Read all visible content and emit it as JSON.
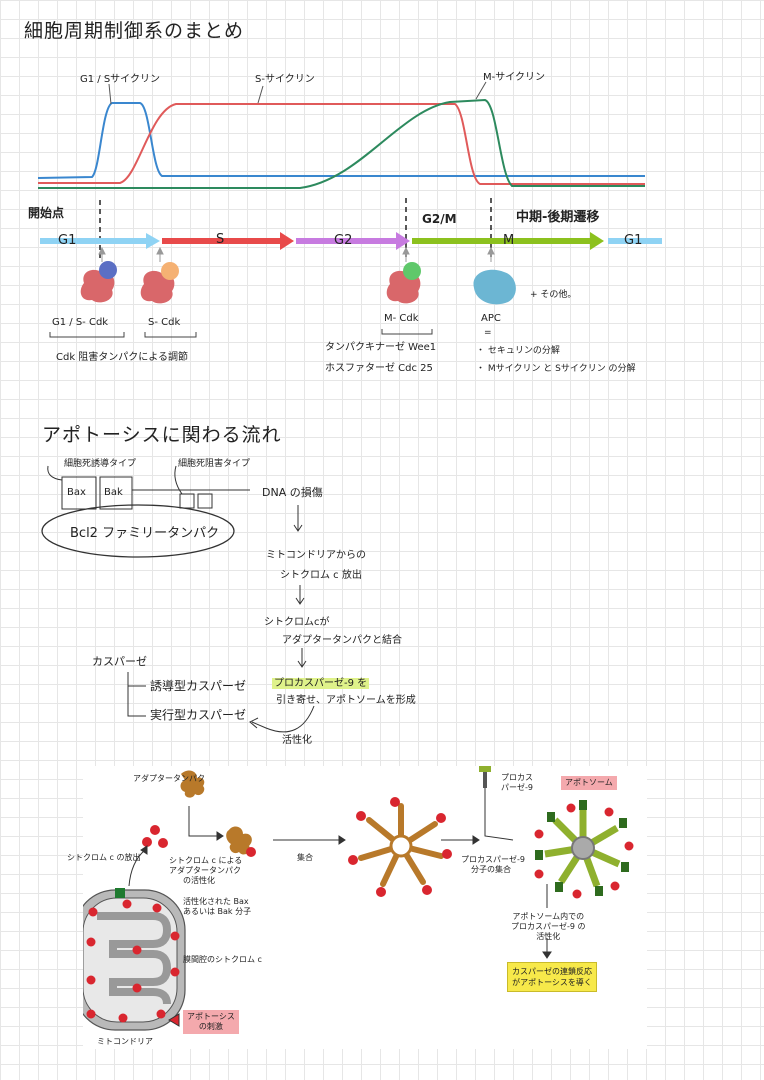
{
  "section1": {
    "title": "細胞周期制御系のまとめ",
    "curves": {
      "g1s": "G1 / Sサイクリン",
      "s": "S-サイクリン",
      "m": "M-サイクリン",
      "colors": {
        "g1s": "#3a87cf",
        "s": "#e05a5a",
        "m": "#2d8a5e"
      }
    },
    "markers": {
      "start": "開始点",
      "g2m": "G2/M",
      "meta": "中期-後期遷移"
    },
    "phases": [
      {
        "label": "G1",
        "color": "#8fd3f4"
      },
      {
        "label": "S",
        "color": "#e84a4a"
      },
      {
        "label": "G2",
        "color": "#c77be0"
      },
      {
        "label": "M",
        "color": "#8cc11e"
      },
      {
        "label": "G1",
        "color": "#8fd3f4"
      }
    ],
    "cdks": {
      "g1s": "G1 / S- Cdk",
      "s": "S- Cdk",
      "m": "M- Cdk",
      "apc": "APC",
      "other": "+ その他。",
      "eq": "="
    },
    "notes": {
      "inhibitor": "Cdk 阻害タンパクによる調節",
      "wee1": "タンパクキナーゼ Wee1",
      "cdc25": "ホスファターゼ Cdc 25",
      "securin": "・ セキュリンの分解",
      "cyclin_deg": "・ Mサイクリン と Sサイクリン の分解"
    }
  },
  "section2": {
    "title": "アポトーシスに関わる流れ",
    "bcl2": {
      "inducer": "細胞死誘導タイプ",
      "inhibitor": "細胞死阻害タイプ",
      "bax": "Bax",
      "bak": "Bak",
      "family": "Bcl2 ファミリータンパク"
    },
    "flow": {
      "dna": "DNA の損傷",
      "release1": "ミトコンドリアからの",
      "release2": "シトクロム c 放出",
      "bind1": "シトクロムcが",
      "bind2": "アダプタータンパクと結合",
      "proc1": "プロカスパーゼ-9 を",
      "proc2": "引き寄せ、アポトソームを形成",
      "act": "活性化"
    },
    "caspase": {
      "title": "カスパーゼ",
      "initiator": "誘導型カスパーゼ",
      "executioner": "実行型カスパーゼ"
    }
  },
  "figure": {
    "adapter": "アダプタータンパク",
    "cytc_release": "シトクロム c の放出",
    "activation1": "シトクロム c による",
    "activation2": "アダプタータンパク",
    "activation3": "の活性化",
    "assembly": "集合",
    "procasp1": "プロカス",
    "procasp2": "パーゼ-9",
    "procasp_assembly1": "プロカスパーゼ-9",
    "procasp_assembly2": "分子の集合",
    "apoptosome": "アポトソーム",
    "baxbak1": "活性化された Bax",
    "baxbak2": "あるいは Bak 分子",
    "intermembrane": "膜間腔のシトクロム c",
    "mito": "ミトコンドリア",
    "stimulus1": "アポトーシス",
    "stimulus2": "の刺激",
    "within1": "アポトソーム内での",
    "within2": "プロカスパーゼ-9 の",
    "within3": "活性化",
    "cascade1": "カスパーゼの連鎖反応",
    "cascade2": "がアポトーシスを導く"
  }
}
